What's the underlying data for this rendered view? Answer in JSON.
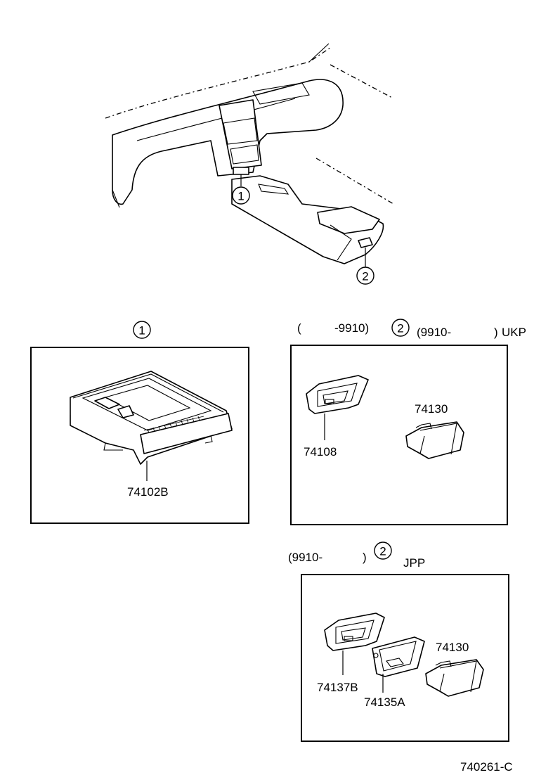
{
  "callouts": {
    "overview_1": "1",
    "overview_2": "2",
    "section_1": "1",
    "section_2_ukp": "2",
    "section_2_jpp": "2"
  },
  "section_ukp": {
    "range_left": "(",
    "range_left_value": "-9910)",
    "range_right": "(9910-",
    "range_right_close": ")",
    "market": "UKP",
    "parts": [
      "74108",
      "74130"
    ]
  },
  "section_box1": {
    "parts": [
      "74102B"
    ]
  },
  "section_jpp": {
    "range": "(9910-",
    "range_close": ")",
    "market": "JPP",
    "parts": [
      "74137B",
      "74135A",
      "74130"
    ]
  },
  "diagram_id": "740261-C"
}
